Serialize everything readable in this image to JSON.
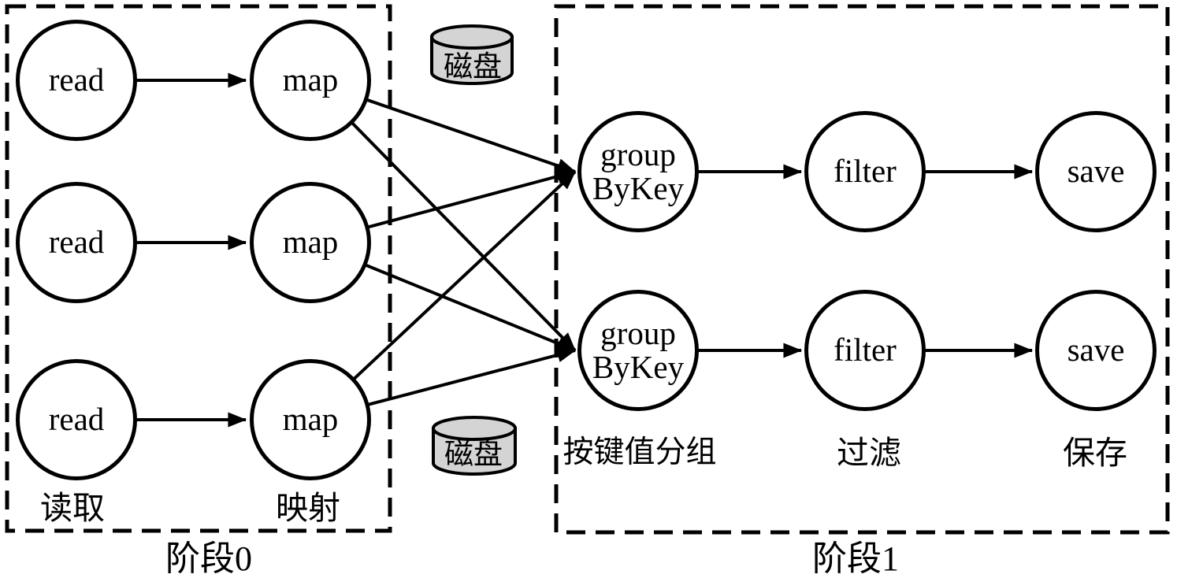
{
  "diagram_type": "dag-stage-flow",
  "colors": {
    "stroke": "#000000",
    "disk_fill": "#d4d4d4",
    "background": "#ffffff"
  },
  "stage0": {
    "label": "阶段0",
    "read_nodes": [
      "read",
      "read",
      "read"
    ],
    "map_nodes": [
      "map",
      "map",
      "map"
    ],
    "read_column_label": "读取",
    "map_column_label": "映射"
  },
  "shuffle": {
    "disk_labels": [
      "磁盘",
      "磁盘"
    ]
  },
  "stage1": {
    "label": "阶段1",
    "group_nodes": [
      {
        "line1": "group",
        "line2": "ByKey"
      },
      {
        "line1": "group",
        "line2": "ByKey"
      }
    ],
    "filter_nodes": [
      "filter",
      "filter"
    ],
    "save_nodes": [
      "save",
      "save"
    ],
    "group_column_label": "按键值分组",
    "filter_column_label": "过滤",
    "save_column_label": "保存"
  }
}
